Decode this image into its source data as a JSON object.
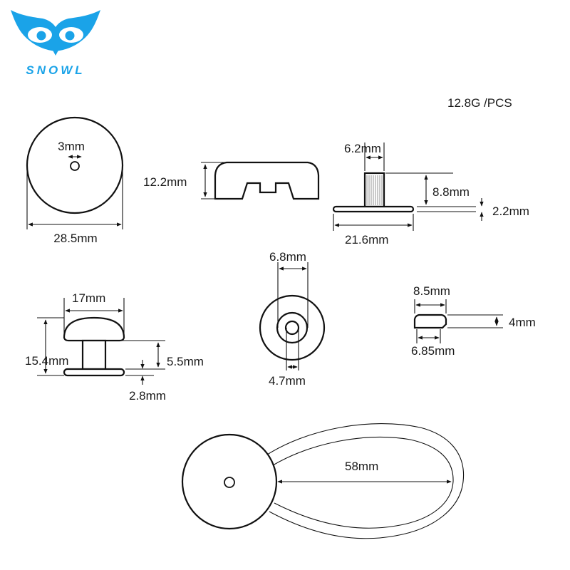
{
  "brand": {
    "name": "SNOWL",
    "color": "#1aa3e8"
  },
  "weight_label": "12.8G /PCS",
  "views": {
    "front_disc": {
      "hole": "3mm",
      "diameter": "28.5mm"
    },
    "side_disc": {
      "height": "12.2mm"
    },
    "stud_side": {
      "shank_width": "6.2mm",
      "shank_height": "8.8mm",
      "base_thickness": "2.2mm",
      "base_width": "21.6mm"
    },
    "top_view": {
      "outer": "6.8mm",
      "inner": "4.7mm"
    },
    "small_cap": {
      "top_width": "8.5mm",
      "height": "4mm",
      "bottom_width": "6.85mm"
    },
    "mushroom_stud": {
      "head_width": "17mm",
      "total_height": "15.4mm",
      "neck_height": "5.5mm",
      "base_thickness": "2.8mm"
    },
    "loop": {
      "length": "58mm"
    }
  },
  "icons": [
    "owl-logo-icon"
  ]
}
